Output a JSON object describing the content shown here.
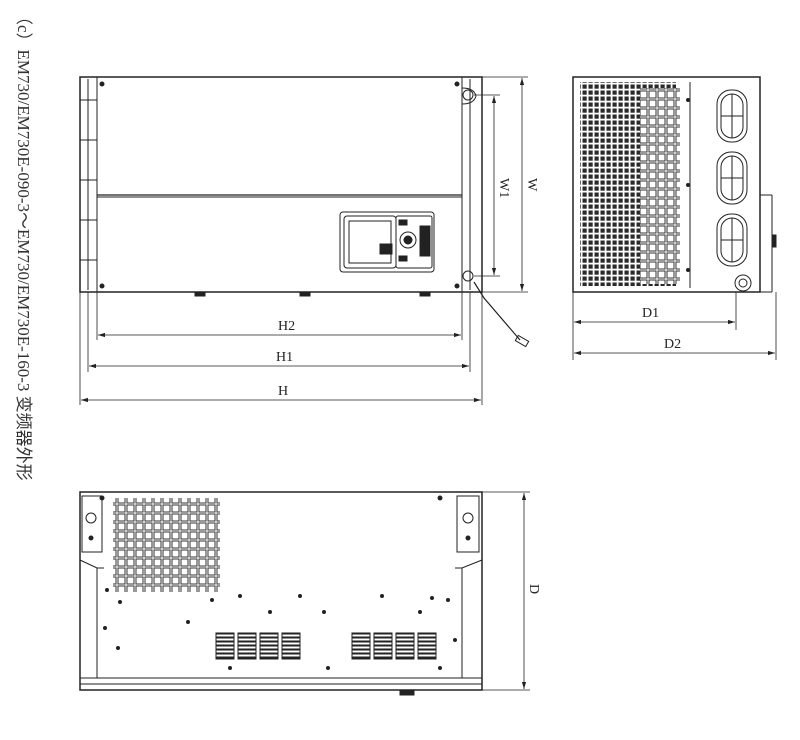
{
  "caption": "（c）EM730/EM730E-090-3～EM730/EM730E-160-3 变频器外形",
  "front_view": {
    "dims": {
      "h2": "H2",
      "h1": "H1",
      "h": "H",
      "w1": "W1",
      "w": "W"
    }
  },
  "side_view": {
    "dims": {
      "d1": "D1",
      "d2": "D2"
    }
  },
  "bottom_view": {
    "dims": {
      "d": "D"
    }
  }
}
